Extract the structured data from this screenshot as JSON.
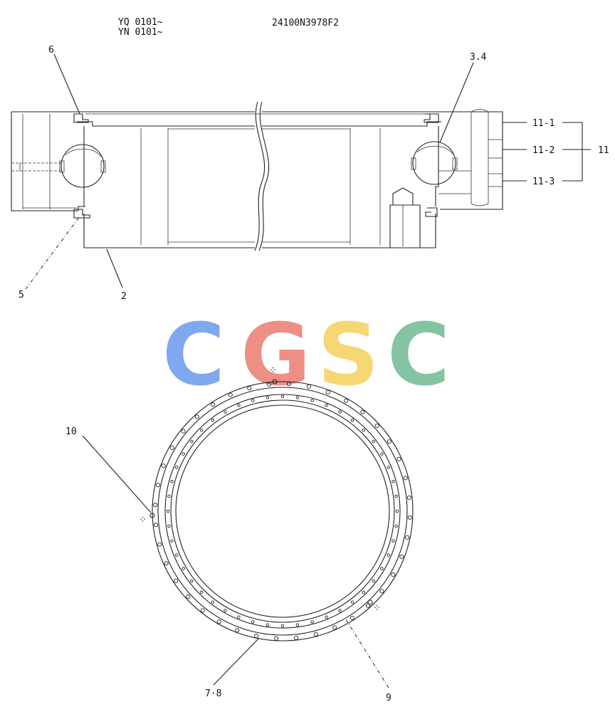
{
  "header": {
    "series_line1": "YQ 0101~",
    "series_line2": "YN 0101~",
    "part_number": "24100N3978F2"
  },
  "watermark": {
    "letters": [
      {
        "char": "C",
        "color": "#7fa8ef"
      },
      {
        "char": "G",
        "color": "#ee8f86"
      },
      {
        "char": "S",
        "color": "#f7d774"
      },
      {
        "char": "C",
        "color": "#84c4a3"
      }
    ]
  },
  "callouts": {
    "c6": "6",
    "c34": "3.4",
    "c111": "11-1",
    "c112": "11-2",
    "c113": "11-3",
    "c11": "11",
    "c5": "5",
    "c2": "2",
    "c10": "10",
    "c78": "7·8",
    "c9": "9"
  }
}
